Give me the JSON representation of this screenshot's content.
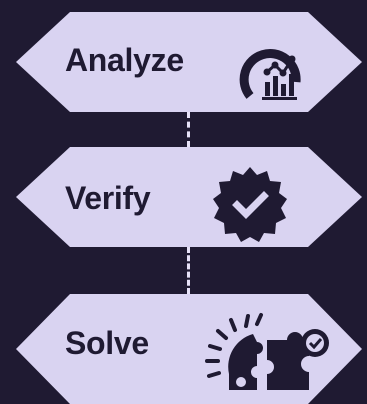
{
  "steps": [
    {
      "label": "Analyze",
      "icon": "analytics-chart-icon"
    },
    {
      "label": "Verify",
      "icon": "verified-badge-icon"
    },
    {
      "label": "Solve",
      "icon": "puzzle-solution-icon"
    }
  ],
  "colors": {
    "background": "#1f1a32",
    "shape_fill": "#d9d3f1",
    "text": "#1f1a32",
    "connector": "#e6e1f7"
  }
}
